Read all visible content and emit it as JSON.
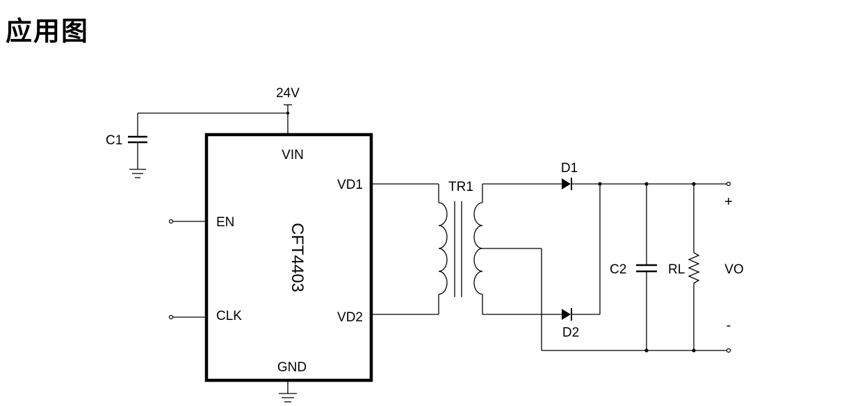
{
  "title": "应用图",
  "ic": {
    "part": "CFT4403",
    "pins": {
      "vin": "VIN",
      "vd1": "VD1",
      "en": "EN",
      "clk": "CLK",
      "vd2": "VD2",
      "gnd": "GND"
    }
  },
  "supply": "24V",
  "components": {
    "c1": "C1",
    "tr1": "TR1",
    "d1": "D1",
    "d2": "D2",
    "c2": "C2",
    "rl": "RL"
  },
  "output": {
    "plus": "+",
    "minus": "-",
    "label": "VO"
  }
}
